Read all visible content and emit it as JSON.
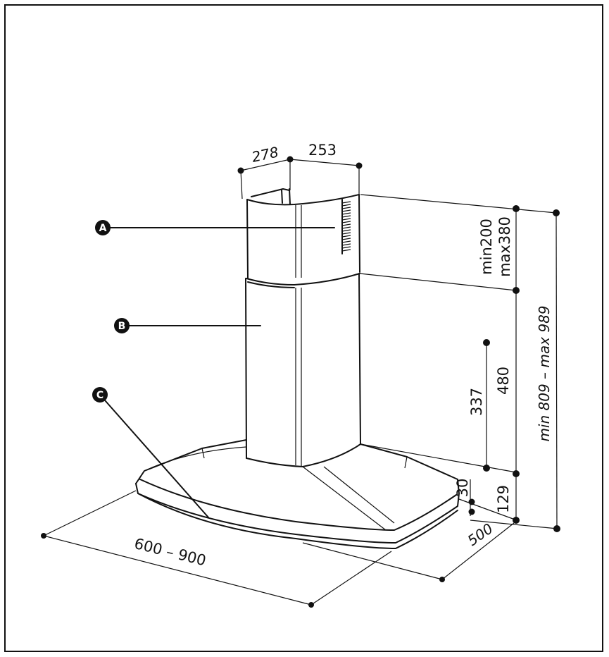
{
  "parts": {
    "a": "A",
    "b": "B",
    "c": "C"
  },
  "dimensions": {
    "d278": "278",
    "d253": "253",
    "min200": "min200",
    "max380": "max380",
    "range": "min 809 – max 989",
    "d480": "480",
    "d337": "337",
    "d30": "30",
    "d129": "129",
    "d500": "500",
    "width": "600 – 900"
  }
}
